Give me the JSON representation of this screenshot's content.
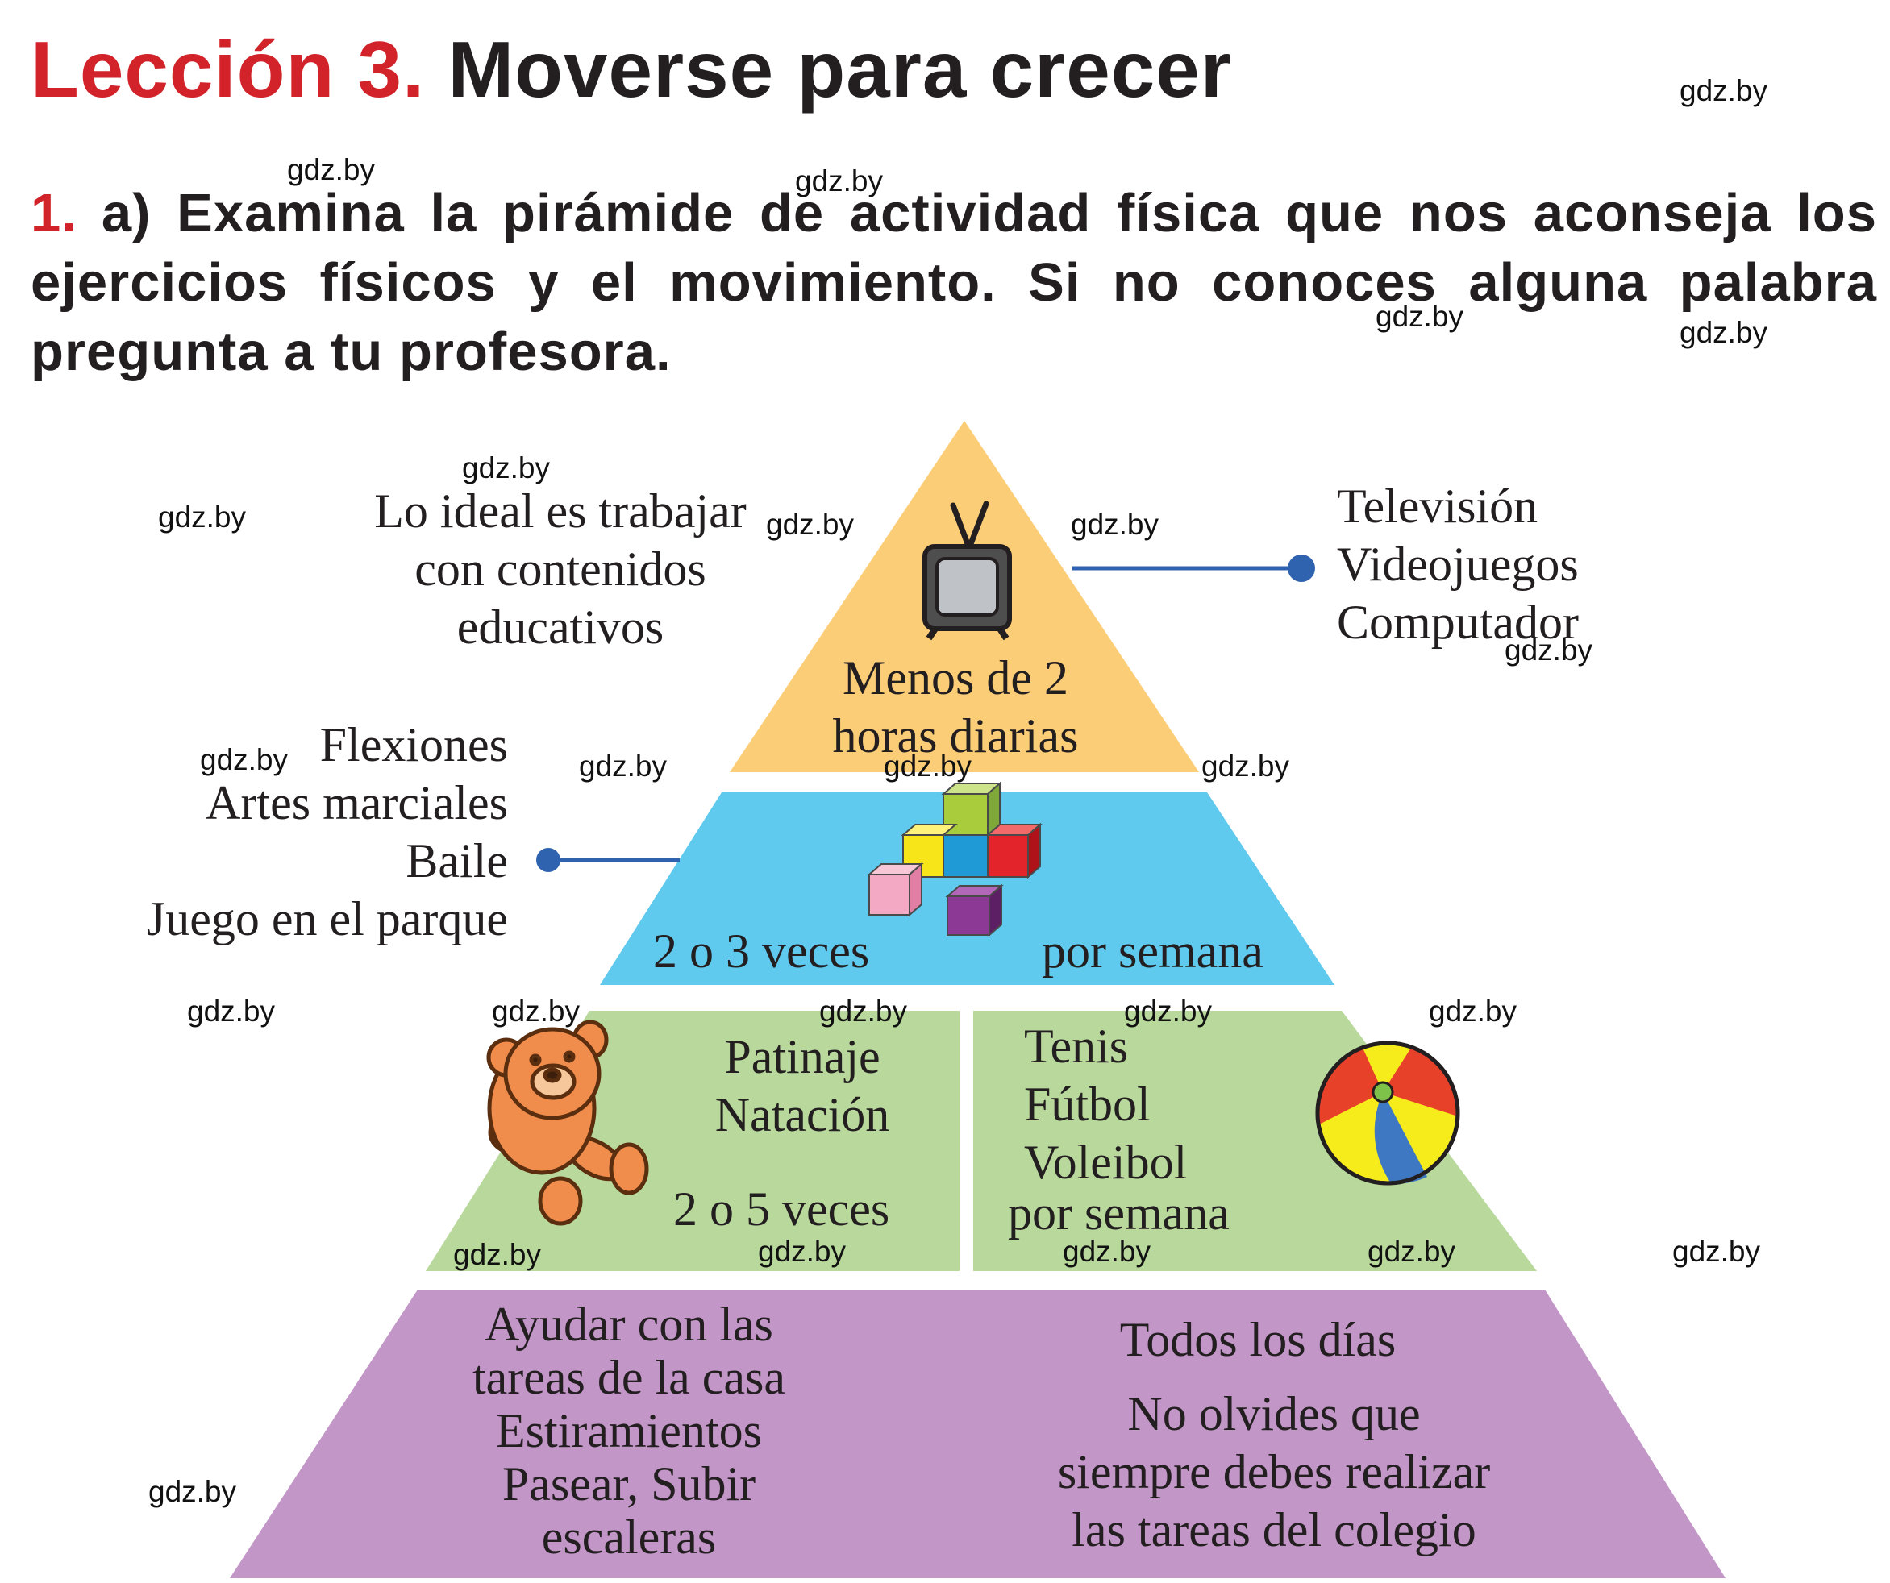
{
  "header": {
    "lesson_label": "Lección 3.",
    "lesson_title": "Moverse para crecer"
  },
  "exercise": {
    "number": "1.",
    "text": "a) Examina la pirámide de actividad física que nos aconseja los ejercicios físicos y el movimiento. Si no conoces alguna palabra pregunta a tu profesora."
  },
  "pyramid": {
    "colors": {
      "top": "#fbcd76",
      "second": "#5fc9ee",
      "third": "#b8d89c",
      "base": "#c296c7",
      "connector": "#2f63b0"
    },
    "top_level": {
      "freq_line1": "Menos de 2",
      "freq_line2": "horas diarias",
      "left_note": [
        "Lo ideal es trabajar",
        "con contenidos",
        "educativos"
      ],
      "right_list": [
        "Televisión",
        "Videojuegos",
        "Computador"
      ]
    },
    "second_level": {
      "freq_left": "2 o 3 veces",
      "freq_right": "por semana",
      "left_list": [
        "Flexiones",
        "Artes marciales",
        "Baile",
        "Juego en el parque"
      ]
    },
    "third_level": {
      "left_list": [
        "Patinaje",
        "Natación"
      ],
      "left_freq": "2 o 5 veces",
      "right_list": [
        "Tenis",
        "Fútbol",
        "Voleibol"
      ],
      "right_freq": "por semana"
    },
    "base_level": {
      "left_list": [
        "Ayudar con las",
        "tareas de la casa",
        "Estiramientos",
        "Pasear, Subir",
        "escaleras"
      ],
      "freq": "Todos los días",
      "note": [
        "No olvides que",
        "siempre debes realizar",
        "las tareas del colegio"
      ]
    }
  },
  "watermark": "gdz.by",
  "icons": [
    "tv-icon",
    "blocks-icon",
    "teddy-bear-icon",
    "beach-ball-icon"
  ]
}
